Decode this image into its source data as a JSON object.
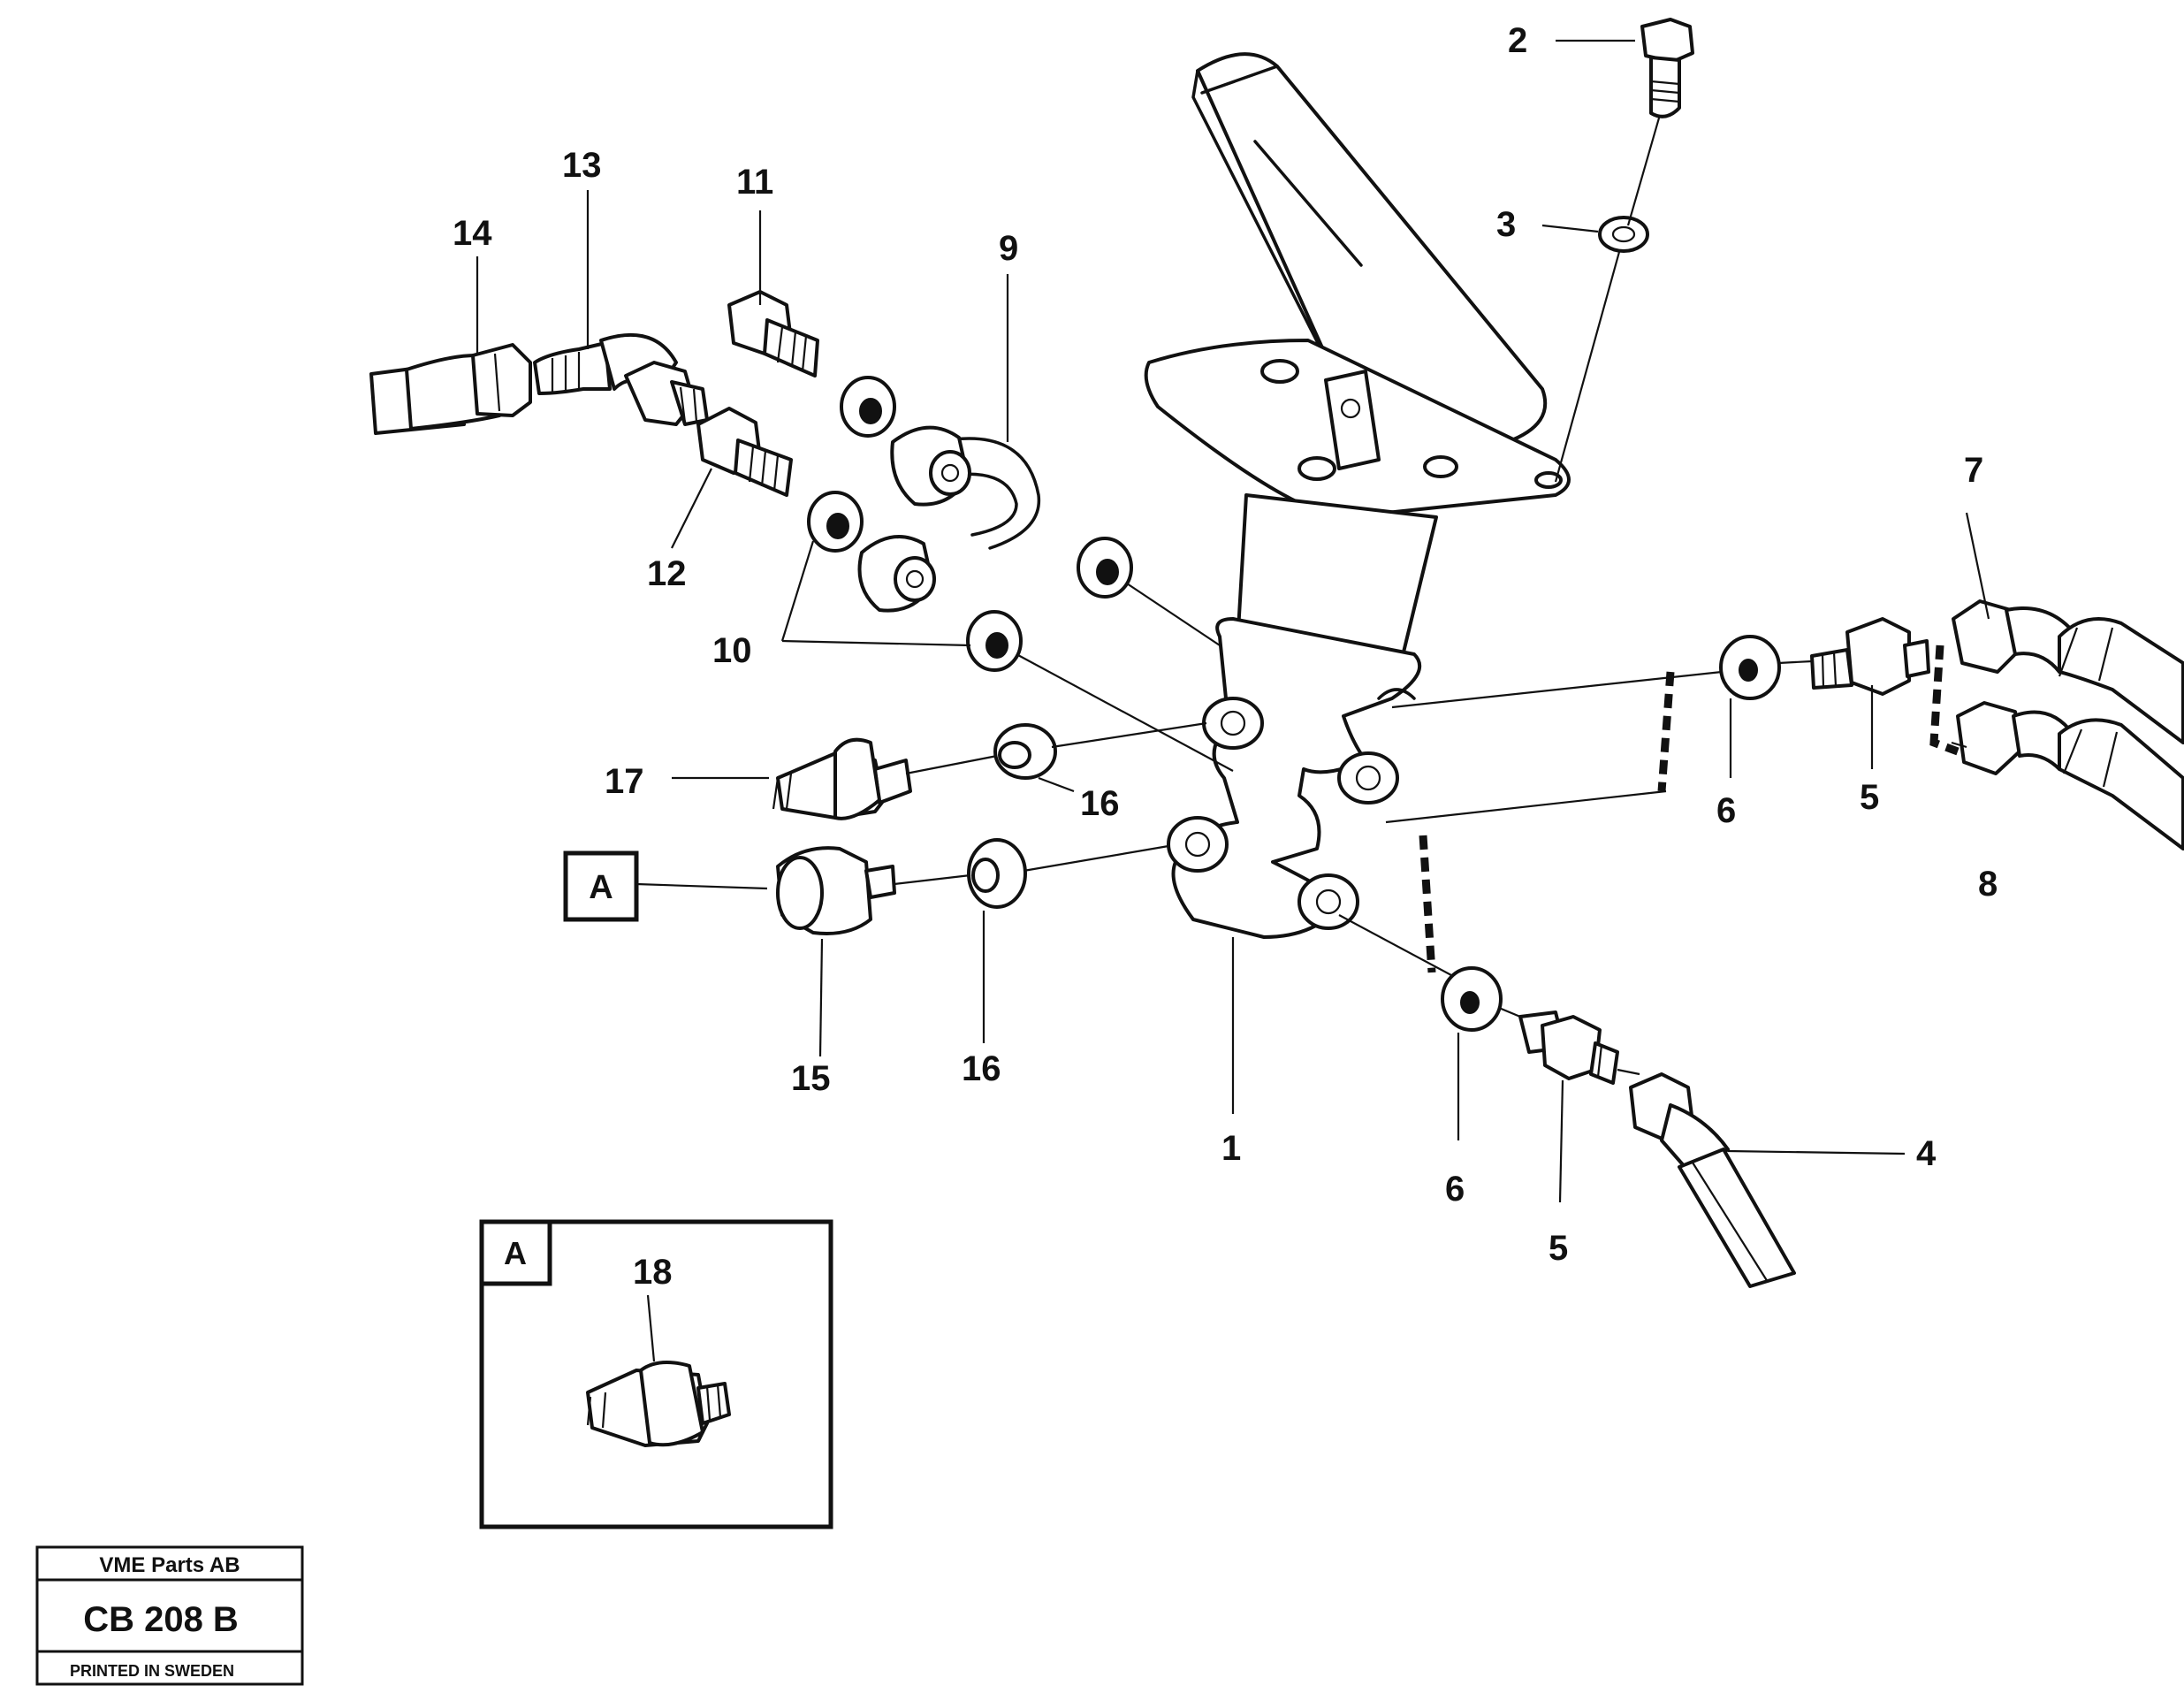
{
  "callouts": {
    "c1": "1",
    "c2": "2",
    "c3": "3",
    "c4": "4",
    "c5a": "5",
    "c5b": "5",
    "c6a": "6",
    "c6b": "6",
    "c7": "7",
    "c8": "8",
    "c9": "9",
    "c10": "10",
    "c11": "11",
    "c12": "12",
    "c13": "13",
    "c14": "14",
    "c15": "15",
    "c16a": "16",
    "c16b": "16",
    "c17": "17",
    "c18": "18"
  },
  "detail_ref": {
    "label": "A"
  },
  "detail_box": {
    "label": "A"
  },
  "stamp": {
    "company": "VME Parts AB",
    "code": "CB 208 B",
    "printed": "PRINTED IN SWEDEN"
  }
}
